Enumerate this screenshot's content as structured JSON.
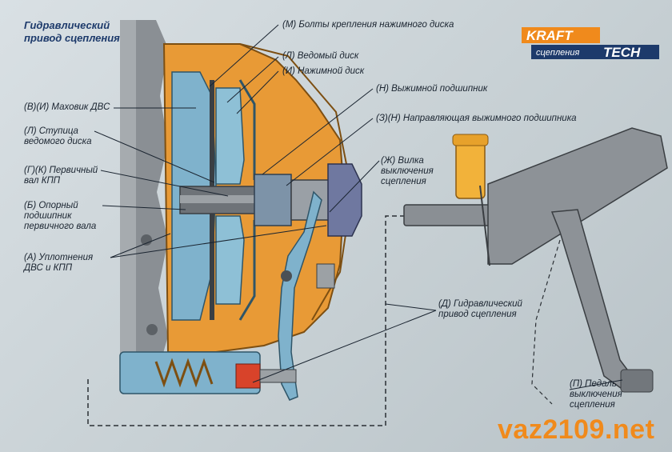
{
  "title": {
    "line1": "Гидравлический",
    "line2": "привод сцепления"
  },
  "brand": {
    "kraft": "KRAFT",
    "tech": "TECH",
    "sub": "сцепления"
  },
  "watermark": "vaz2109.net",
  "labels": {
    "m": "(М) Болты крепления нажимного диска",
    "l": "(Л) Ведомый диск",
    "i": "(И) Нажимной диск",
    "n": "(Н) Выжимной подшипник",
    "zn": "(З)(Н) Направляющая выжимного подшипника",
    "vi": "(В)(И) Маховик ДВС",
    "l_hub": [
      "(Л) Ступица",
      "ведомого диска"
    ],
    "gk": [
      "(Г)(К) Первичный",
      "вал КПП"
    ],
    "b": [
      "(Б) Опорный",
      "подшипник",
      "первичного вала"
    ],
    "a": [
      "(А) Уплотнения",
      "ДВС и КПП"
    ],
    "zh": [
      "(Ж) Вилка",
      "выключения",
      "сцепления"
    ],
    "d": [
      "(Д) Гидравлический",
      "привод сцепления"
    ],
    "p": [
      "(П) Педаль",
      "выключения",
      "сцепления"
    ]
  },
  "colors": {
    "housing": "#e89a36",
    "metal": "#7fb2cc",
    "frame": "#8d9297",
    "title": "#1d3a6b",
    "watermark": "#f08a1c",
    "fluid": "#f2b23a"
  }
}
